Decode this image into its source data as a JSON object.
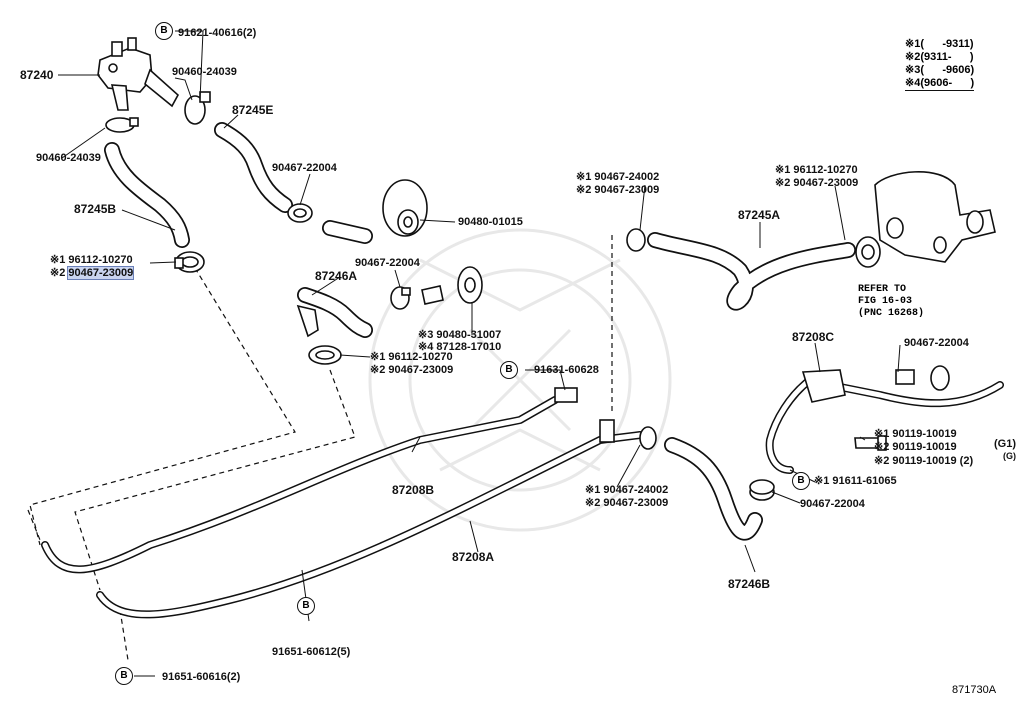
{
  "legend": [
    {
      "mark": "※1",
      "range": "(      -9311)"
    },
    {
      "mark": "※2",
      "range": "(9311-      )"
    },
    {
      "mark": "※3",
      "range": "(      -9606)"
    },
    {
      "mark": "※4",
      "range": "(9606-      )"
    }
  ],
  "labels": {
    "p87240": "87240",
    "p87245E": "87245E",
    "p87245B": "87245B",
    "p87245A": "87245A",
    "p87246A": "87246A",
    "p87246B": "87246B",
    "p87208A": "87208A",
    "p87208B": "87208B",
    "p87208C": "87208C",
    "b_top": "91621-40616(2)",
    "c90460_a": "90460-24039",
    "c90460_b": "90460-24039",
    "c90467_22004_a": "90467-22004",
    "c90467_22004_b": "90467-22004",
    "c90467_22004_c": "90467-22004",
    "c90467_22004_d": "90467-22004",
    "c90480_01015": "90480-01015",
    "s1_96112_a": "※1 96112-10270",
    "s2_90467_a": "※2 ",
    "s2_90467_a_hl": "90467-23009",
    "s1_96112_b": "※1 96112-10270",
    "s2_90467_b": "※2 90467-23009",
    "s1_96112_c": "※1 96112-10270",
    "s2_90467_c": "※2 90467-23009",
    "s1_90467_24002_a": "※1 90467-24002",
    "s2_90467_23009_d": "※2 90467-23009",
    "s1_90467_24002_b": "※1  90467-24002",
    "s2_90467_23009_e": "※2 90467-23009",
    "s3_90480": "※3 90480-31007",
    "s4_87128": "※4 87128-17010",
    "b_91631": "91631-60628",
    "b_91611": "※1 91611-61065",
    "s1_90119": "※1 90119-10019",
    "s2_90119_g1": "※2 90119-10019",
    "g1": "(G1)",
    "s2_90119_2g": "※2 90119-10019 (2)",
    "g_small": "(G)",
    "b_91651_5": "91651-60612(5)",
    "b_91651_2": "91651-60616(2)",
    "refer": [
      "REFER TO",
      "FIG 16-03",
      "(PNC 16268)"
    ],
    "b_letter": "B",
    "diagram_no": "871730A"
  }
}
